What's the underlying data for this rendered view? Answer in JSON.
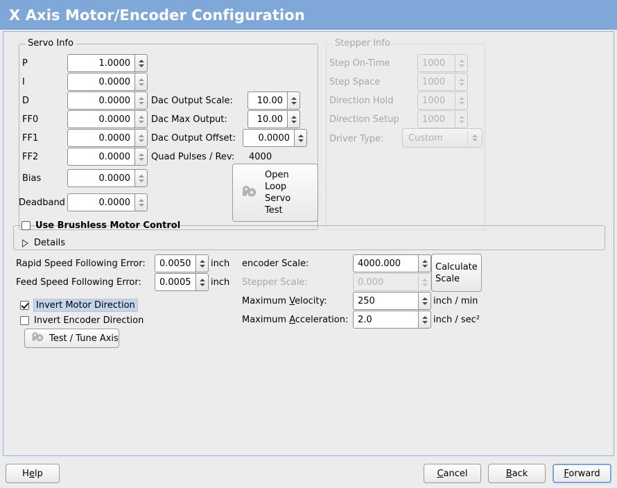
{
  "window": {
    "title": "X Axis Motor/Encoder Configuration",
    "title_bg": "#7fa8d8",
    "title_fg": "#ffffff",
    "content_border": "#8fb0d8",
    "background": "#ececec"
  },
  "servo_info": {
    "legend": "Servo Info",
    "fields": [
      {
        "label": "P",
        "value": "1.0000"
      },
      {
        "label": "I",
        "value": "0.0000"
      },
      {
        "label": "D",
        "value": "0.0000"
      },
      {
        "label": "FF0",
        "value": "0.0000"
      },
      {
        "label": "FF1",
        "value": "0.0000"
      },
      {
        "label": "FF2",
        "value": "0.0000"
      },
      {
        "label": "Bias",
        "value": "0.0000"
      },
      {
        "label": "Deadband",
        "value": "0.0000"
      }
    ],
    "dac": [
      {
        "label": "Dac Output Scale:",
        "value": "10.00"
      },
      {
        "label": "Dac Max Output:",
        "value": "10.00"
      },
      {
        "label": "Dac Output Offset:",
        "value": "0.0000"
      }
    ],
    "quad_pulses_label": "Quad Pulses / Rev:",
    "quad_pulses_value": "4000",
    "open_loop_button": {
      "icon": "gears-icon",
      "lines": [
        "Open",
        "Loop",
        "Servo",
        "Test"
      ]
    }
  },
  "stepper_info": {
    "legend": "Stepper Info",
    "disabled": true,
    "fields": [
      {
        "label": "Step On-Time",
        "value": "1000"
      },
      {
        "label": "Step Space",
        "value": "1000"
      },
      {
        "label": "Direction Hold",
        "value": "1000"
      },
      {
        "label": "Direction Setup",
        "value": "1000"
      }
    ],
    "driver_type_label": "Driver Type:",
    "driver_type_value": "Custom"
  },
  "brushless": {
    "checkbox_label": "Use Brushless Motor Control",
    "checked": false,
    "details_label": "Details",
    "details_expanded": false
  },
  "tuning": {
    "rapid_label": "Rapid Speed Following Error:",
    "rapid_value": "0.0050",
    "rapid_unit": "inch",
    "feed_label": "Feed Speed Following Error:",
    "feed_value": "0.0005",
    "feed_unit": "inch",
    "invert_motor_label": "Invert Motor Direction",
    "invert_motor_checked": true,
    "invert_encoder_label": "Invert Encoder Direction",
    "invert_encoder_checked": false,
    "test_tune_button": "Test / Tune Axis",
    "test_tune_icon": "gears-icon"
  },
  "scales": {
    "encoder_label": "encoder Scale:",
    "encoder_value": "4000.000",
    "stepper_label": "Stepper Scale:",
    "stepper_value": "0.000",
    "stepper_disabled": true,
    "calculate_button": [
      "Calculate",
      "Scale"
    ],
    "max_velocity_label_pre": "Maximum ",
    "max_velocity_label_key": "V",
    "max_velocity_label_post": "elocity:",
    "max_velocity_value": "250",
    "max_velocity_unit": "inch / min",
    "max_accel_label_pre": "Maximum ",
    "max_accel_label_key": "A",
    "max_accel_label_post": "cceleration:",
    "max_accel_value": "2.0",
    "max_accel_unit": "inch / sec²"
  },
  "footer": {
    "help_pre": "H",
    "help_key": "e",
    "help_post": "lp",
    "cancel_pre": "",
    "cancel_key": "C",
    "cancel_post": "ancel",
    "back_pre": "",
    "back_key": "B",
    "back_post": "ack",
    "forward_pre": "",
    "forward_key": "F",
    "forward_post": "orward",
    "forward_focused": true
  }
}
